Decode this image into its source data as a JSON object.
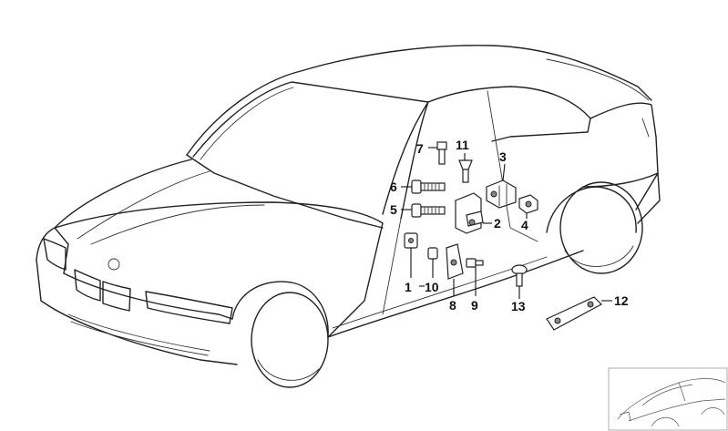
{
  "callouts": {
    "c1": "1",
    "c2": "2",
    "c3": "3",
    "c4": "4",
    "c5": "5",
    "c6": "6",
    "c7": "7",
    "c8": "8",
    "c9": "9",
    "c10": "10",
    "c11": "11",
    "c12": "12",
    "c13": "13"
  },
  "icons": {
    "vehicle": "car-outline-icon",
    "thumbnail": "car-thumbnail-icon"
  }
}
